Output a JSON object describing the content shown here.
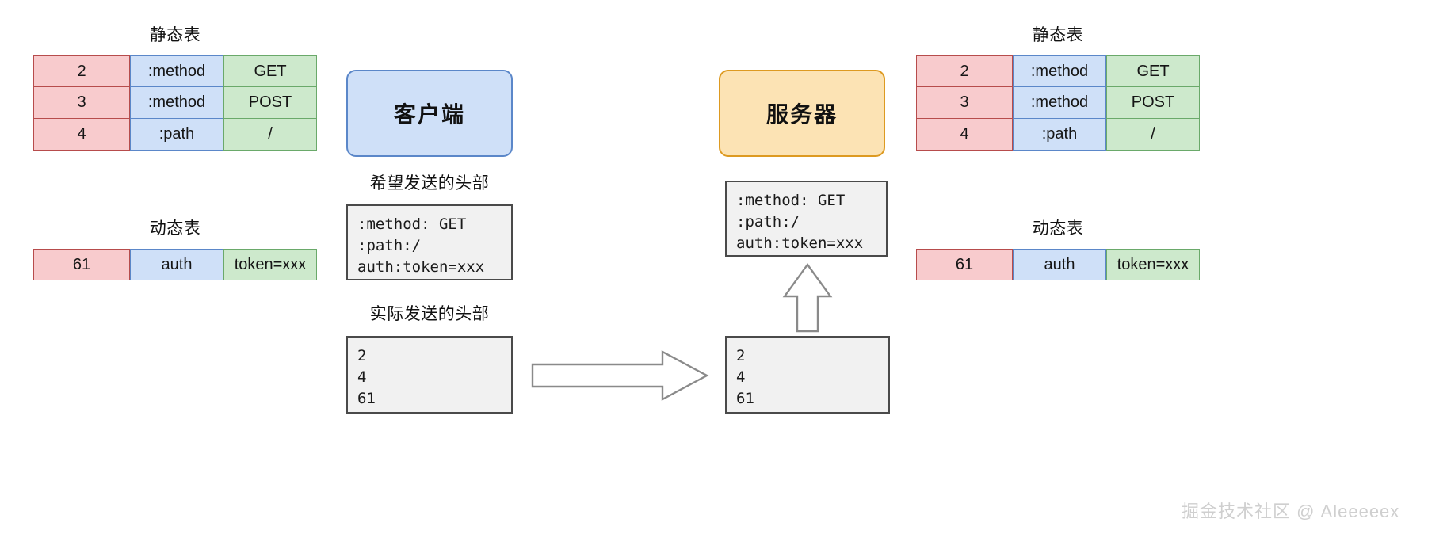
{
  "diagram": {
    "title_hint": "HPACK header compression: client and server static/dynamic tables",
    "watermark": "掘金技术社区 @ Aleeeeex",
    "colors": {
      "index_cell_bg": "#f8cbcd",
      "index_cell_border": "#b74c4c",
      "name_cell_bg": "#cfe0f8",
      "name_cell_border": "#5b87c9",
      "value_cell_bg": "#cde9cc",
      "value_cell_border": "#6aa96a",
      "client_bg": "#cfe0f8",
      "client_border": "#5b87c9",
      "server_bg": "#fce3b4",
      "server_border": "#dd9a21",
      "code_bg": "#f1f1f1",
      "code_border": "#4a4a4a",
      "arrow_stroke": "#8a8a8a"
    }
  },
  "left": {
    "static_table": {
      "caption": "静态表",
      "rows": [
        {
          "index": "2",
          "name": ":method",
          "value": "GET"
        },
        {
          "index": "3",
          "name": ":method",
          "value": "POST"
        },
        {
          "index": "4",
          "name": ":path",
          "value": "/"
        }
      ]
    },
    "dynamic_table": {
      "caption": "动态表",
      "rows": [
        {
          "index": "61",
          "name": "auth",
          "value": "token=xxx"
        }
      ]
    }
  },
  "right": {
    "static_table": {
      "caption": "静态表",
      "rows": [
        {
          "index": "2",
          "name": ":method",
          "value": "GET"
        },
        {
          "index": "3",
          "name": ":method",
          "value": "POST"
        },
        {
          "index": "4",
          "name": ":path",
          "value": "/"
        }
      ]
    },
    "dynamic_table": {
      "caption": "动态表",
      "rows": [
        {
          "index": "61",
          "name": "auth",
          "value": "token=xxx"
        }
      ]
    }
  },
  "nodes": {
    "client": "客户端",
    "server": "服务器"
  },
  "middle": {
    "intended_caption": "希望发送的头部",
    "intended_code": ":method: GET\n:path:/\nauth:token=xxx",
    "actual_caption": "实际发送的头部",
    "actual_code": "2\n4\n61"
  },
  "server_side": {
    "decoded_code": ":method: GET\n:path:/\nauth:token=xxx",
    "received_code": "2\n4\n61"
  }
}
